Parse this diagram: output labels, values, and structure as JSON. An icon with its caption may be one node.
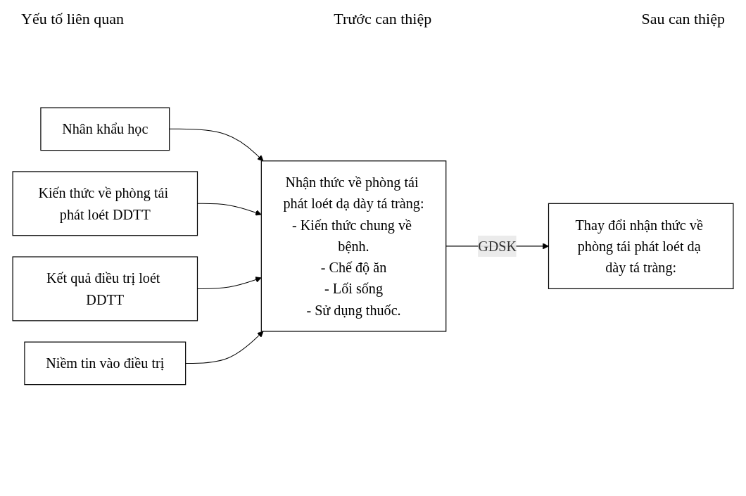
{
  "diagram": {
    "nodes": [
      {
        "text": [
          "Nhân khẩu học"
        ]
      },
      {
        "text": [
          "Kiến thức về phòng tái phát loét DDTT"
        ]
      },
      {
        "text": [
          "Kết quả điều trị loét DDTT"
        ]
      },
      {
        "text": [
          "Niềm tin vào điều trị"
        ]
      },
      {
        "text": [
          "Nhận thức về phòng tái phát loét dạ dày tá tràng:",
          "- Kiến thức chung về bệnh.",
          "- Chế độ ăn",
          "- Lối sống",
          "- Sử dụng thuốc."
        ]
      },
      {
        "text": [
          "Thay đổi nhận thức về phòng tái phát loét dạ dày tá tràng:"
        ]
      }
    ],
    "edges": [
      {
        "from": 0,
        "to": 4,
        "arrow": "to"
      },
      {
        "from": 1,
        "to": 4,
        "arrow": "to"
      },
      {
        "from": 2,
        "to": 4,
        "arrow": "to"
      },
      {
        "from": 3,
        "to": 4,
        "arrow": "to"
      },
      {
        "from": 4,
        "to": 5,
        "label": "GDSK",
        "arrow": "to"
      }
    ],
    "labels": [
      "Yếu tố liên quan",
      "Trước can thiệp",
      "Sau can thiệp"
    ]
  }
}
